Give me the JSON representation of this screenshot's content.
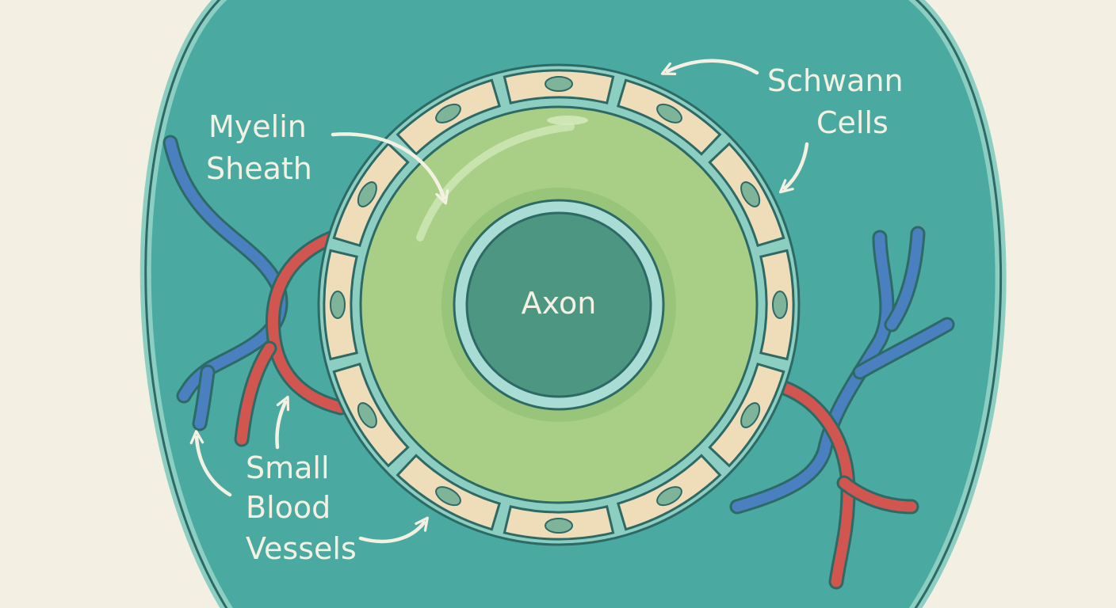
{
  "labels": {
    "axon": "Axon",
    "myelin_line1": "Myelin",
    "myelin_line2": "Sheath",
    "schwann_line1": "Schwann",
    "schwann_line2": "Cells",
    "vessels_line1": "Small",
    "vessels_line2": "Blood",
    "vessels_line3": "Vessels"
  },
  "colors": {
    "background": "#f3efe2",
    "tissue": "#4aa9a0",
    "tissue_rim": "#8ccfc2",
    "myelin": "#a9cf86",
    "myelin_inner": "#8fbe73",
    "axon": "#4c9682",
    "axon_rim": "#a8dcd5",
    "schwann_cell": "#efdcb8",
    "schwann_nucleus": "#7eb49a",
    "outline": "#2d6a66",
    "vein": "#4a80c0",
    "artery": "#d0564f",
    "label_text": "#f4f1e2"
  }
}
